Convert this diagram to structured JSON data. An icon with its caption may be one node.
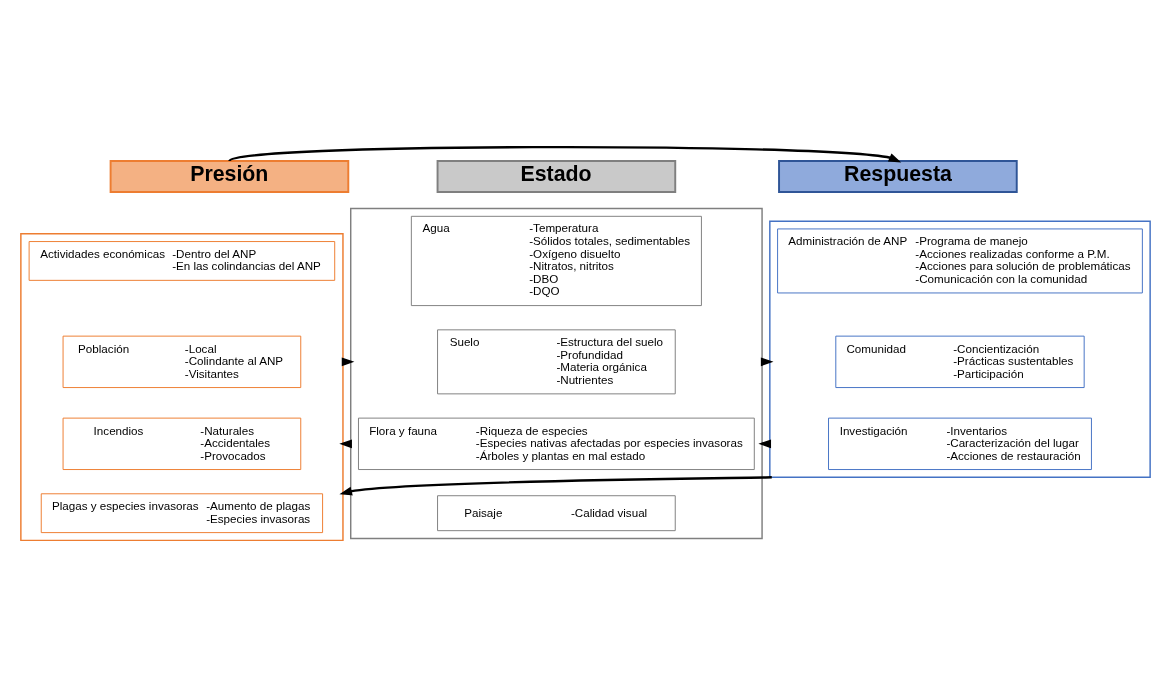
{
  "diagram": {
    "nodes": [
      {
        "text": [
          "Presión"
        ]
      },
      {
        "text": [
          "Estado"
        ]
      },
      {
        "text": [
          "Respuesta"
        ]
      },
      {
        "text": [],
        "shape": "box"
      },
      {
        "text": [],
        "shape": "box"
      },
      {
        "text": [],
        "shape": "box"
      },
      {
        "text": [
          "Actividades económicas",
          "-Dentro del ANP",
          "-En las colindancias del ANP"
        ],
        "in": 3
      },
      {
        "text": [
          "Población",
          "-Local",
          "-Colindante al ANP",
          "-Visitantes"
        ],
        "in": 3
      },
      {
        "text": [
          "Incendios",
          "-Naturales",
          "-Accidentales",
          "-Provocados"
        ],
        "in": 3
      },
      {
        "text": [
          "Plagas y especies invasoras",
          "-Aumento de plagas",
          "-Especies invasoras"
        ],
        "in": 3
      },
      {
        "text": [
          "Agua",
          "-Temperatura",
          "-Sólidos totales, sedimentables",
          "-Oxígeno disuelto",
          "-Nitratos, nitritos",
          "-DBO",
          "-DQO"
        ],
        "in": 4
      },
      {
        "text": [
          "Suelo",
          "-Estructura del suelo",
          "-Profundidad",
          "-Materia orgánica",
          "-Nutrientes"
        ],
        "in": 4
      },
      {
        "text": [
          "Flora y fauna",
          "-Riqueza de especies",
          "-Especies nativas afectadas por especies invasoras",
          "-Árboles y plantas en mal estado"
        ],
        "in": 4
      },
      {
        "text": [
          "Paisaje",
          "-Calidad visual"
        ],
        "in": 4
      },
      {
        "text": [
          "Administración de ANP",
          "-Programa de manejo",
          "-Acciones realizadas conforme a P.M.",
          "-Acciones para solución de problemáticas",
          "-Comunicación con la comunidad"
        ],
        "in": 5
      },
      {
        "text": [
          "Comunidad",
          "-Concientización",
          "-Prácticas sustentables",
          "-Participación"
        ],
        "in": 5
      },
      {
        "text": [
          "Investigación",
          "-Inventarios",
          "-Caracterización del lugar",
          "-Acciones de restauración"
        ],
        "in": 5
      }
    ],
    "edges": [
      {
        "from": 0,
        "to": 2,
        "arrow": "to"
      },
      {
        "from": 3,
        "to": 4,
        "arrow": "to"
      },
      {
        "from": 4,
        "to": 3,
        "arrow": "to"
      },
      {
        "from": 4,
        "to": 5,
        "arrow": "to"
      },
      {
        "from": 5,
        "to": 4,
        "arrow": "to"
      },
      {
        "from": 5,
        "to": 3,
        "arrow": "to"
      }
    ]
  }
}
